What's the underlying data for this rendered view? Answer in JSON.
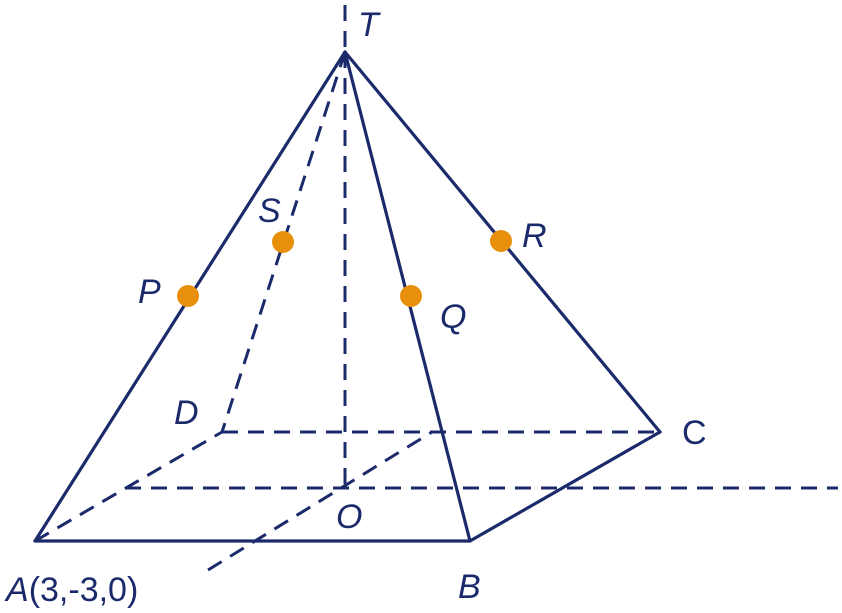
{
  "labels": {
    "T": "T",
    "S": "S",
    "R": "R",
    "P": "P",
    "Q": "Q",
    "D": "D",
    "C": "C",
    "O": "O",
    "A_letter": "A",
    "A_coords": "(3,-3,0)",
    "B": "B"
  },
  "colors": {
    "line": "#1b2a6b",
    "point": "#e8900c"
  }
}
